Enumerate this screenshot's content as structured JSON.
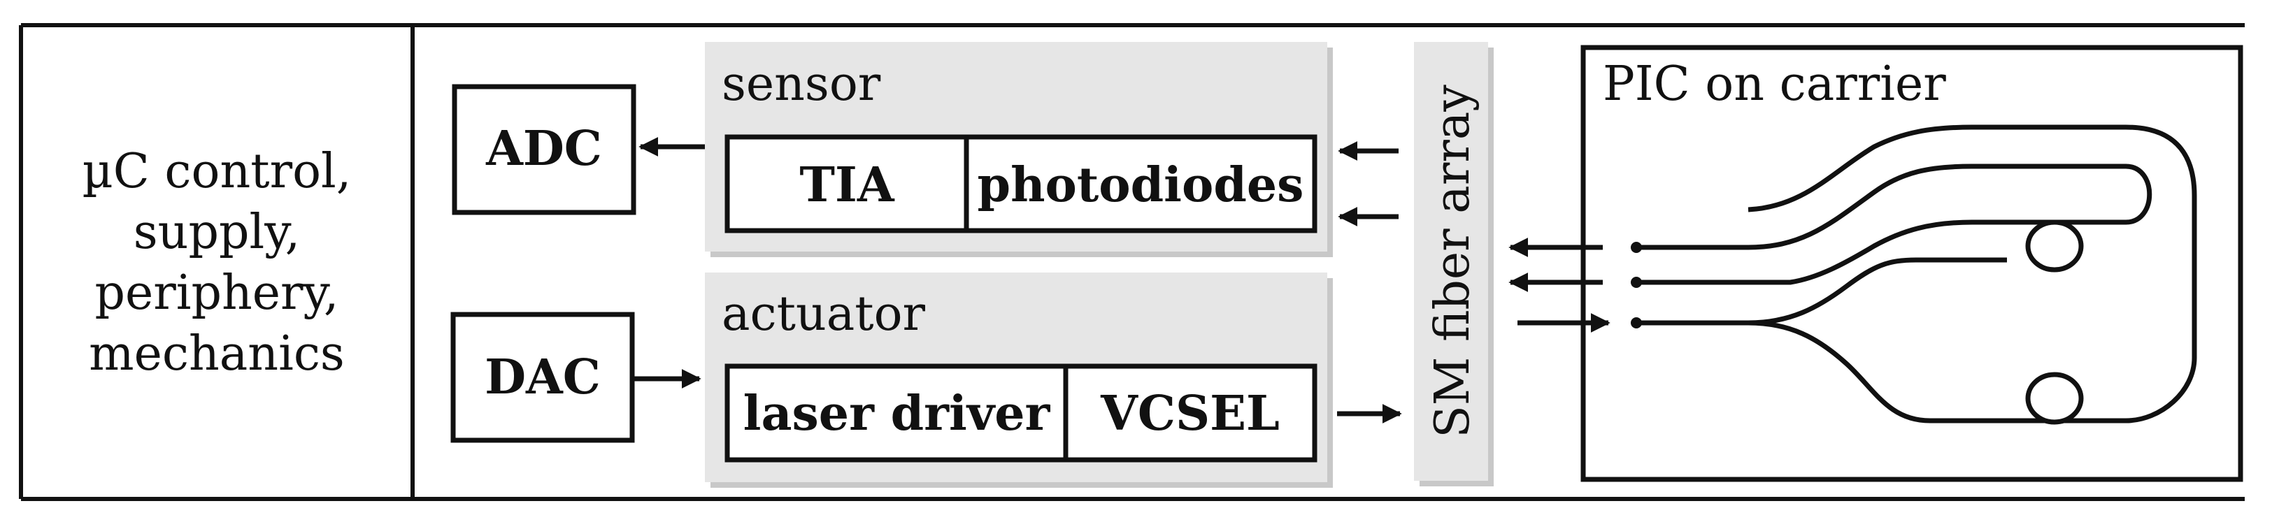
{
  "left_panel": {
    "lines": [
      "µC control,",
      "supply,",
      "periphery,",
      "mechanics"
    ]
  },
  "sensor": {
    "title": "sensor",
    "tia": "TIA",
    "photodiodes": "photodiodes"
  },
  "actuator": {
    "title": "actuator",
    "laser_driver": "laser driver",
    "vcsel": "VCSEL"
  },
  "adc": "ADC",
  "dac": "DAC",
  "fiber_array": "SM fiber array",
  "pic": {
    "title": "PIC on carrier"
  },
  "colors": {
    "line": "#111111",
    "panel_fill": "#e6e6e6",
    "panel_shadow": "#c8c8c8"
  }
}
